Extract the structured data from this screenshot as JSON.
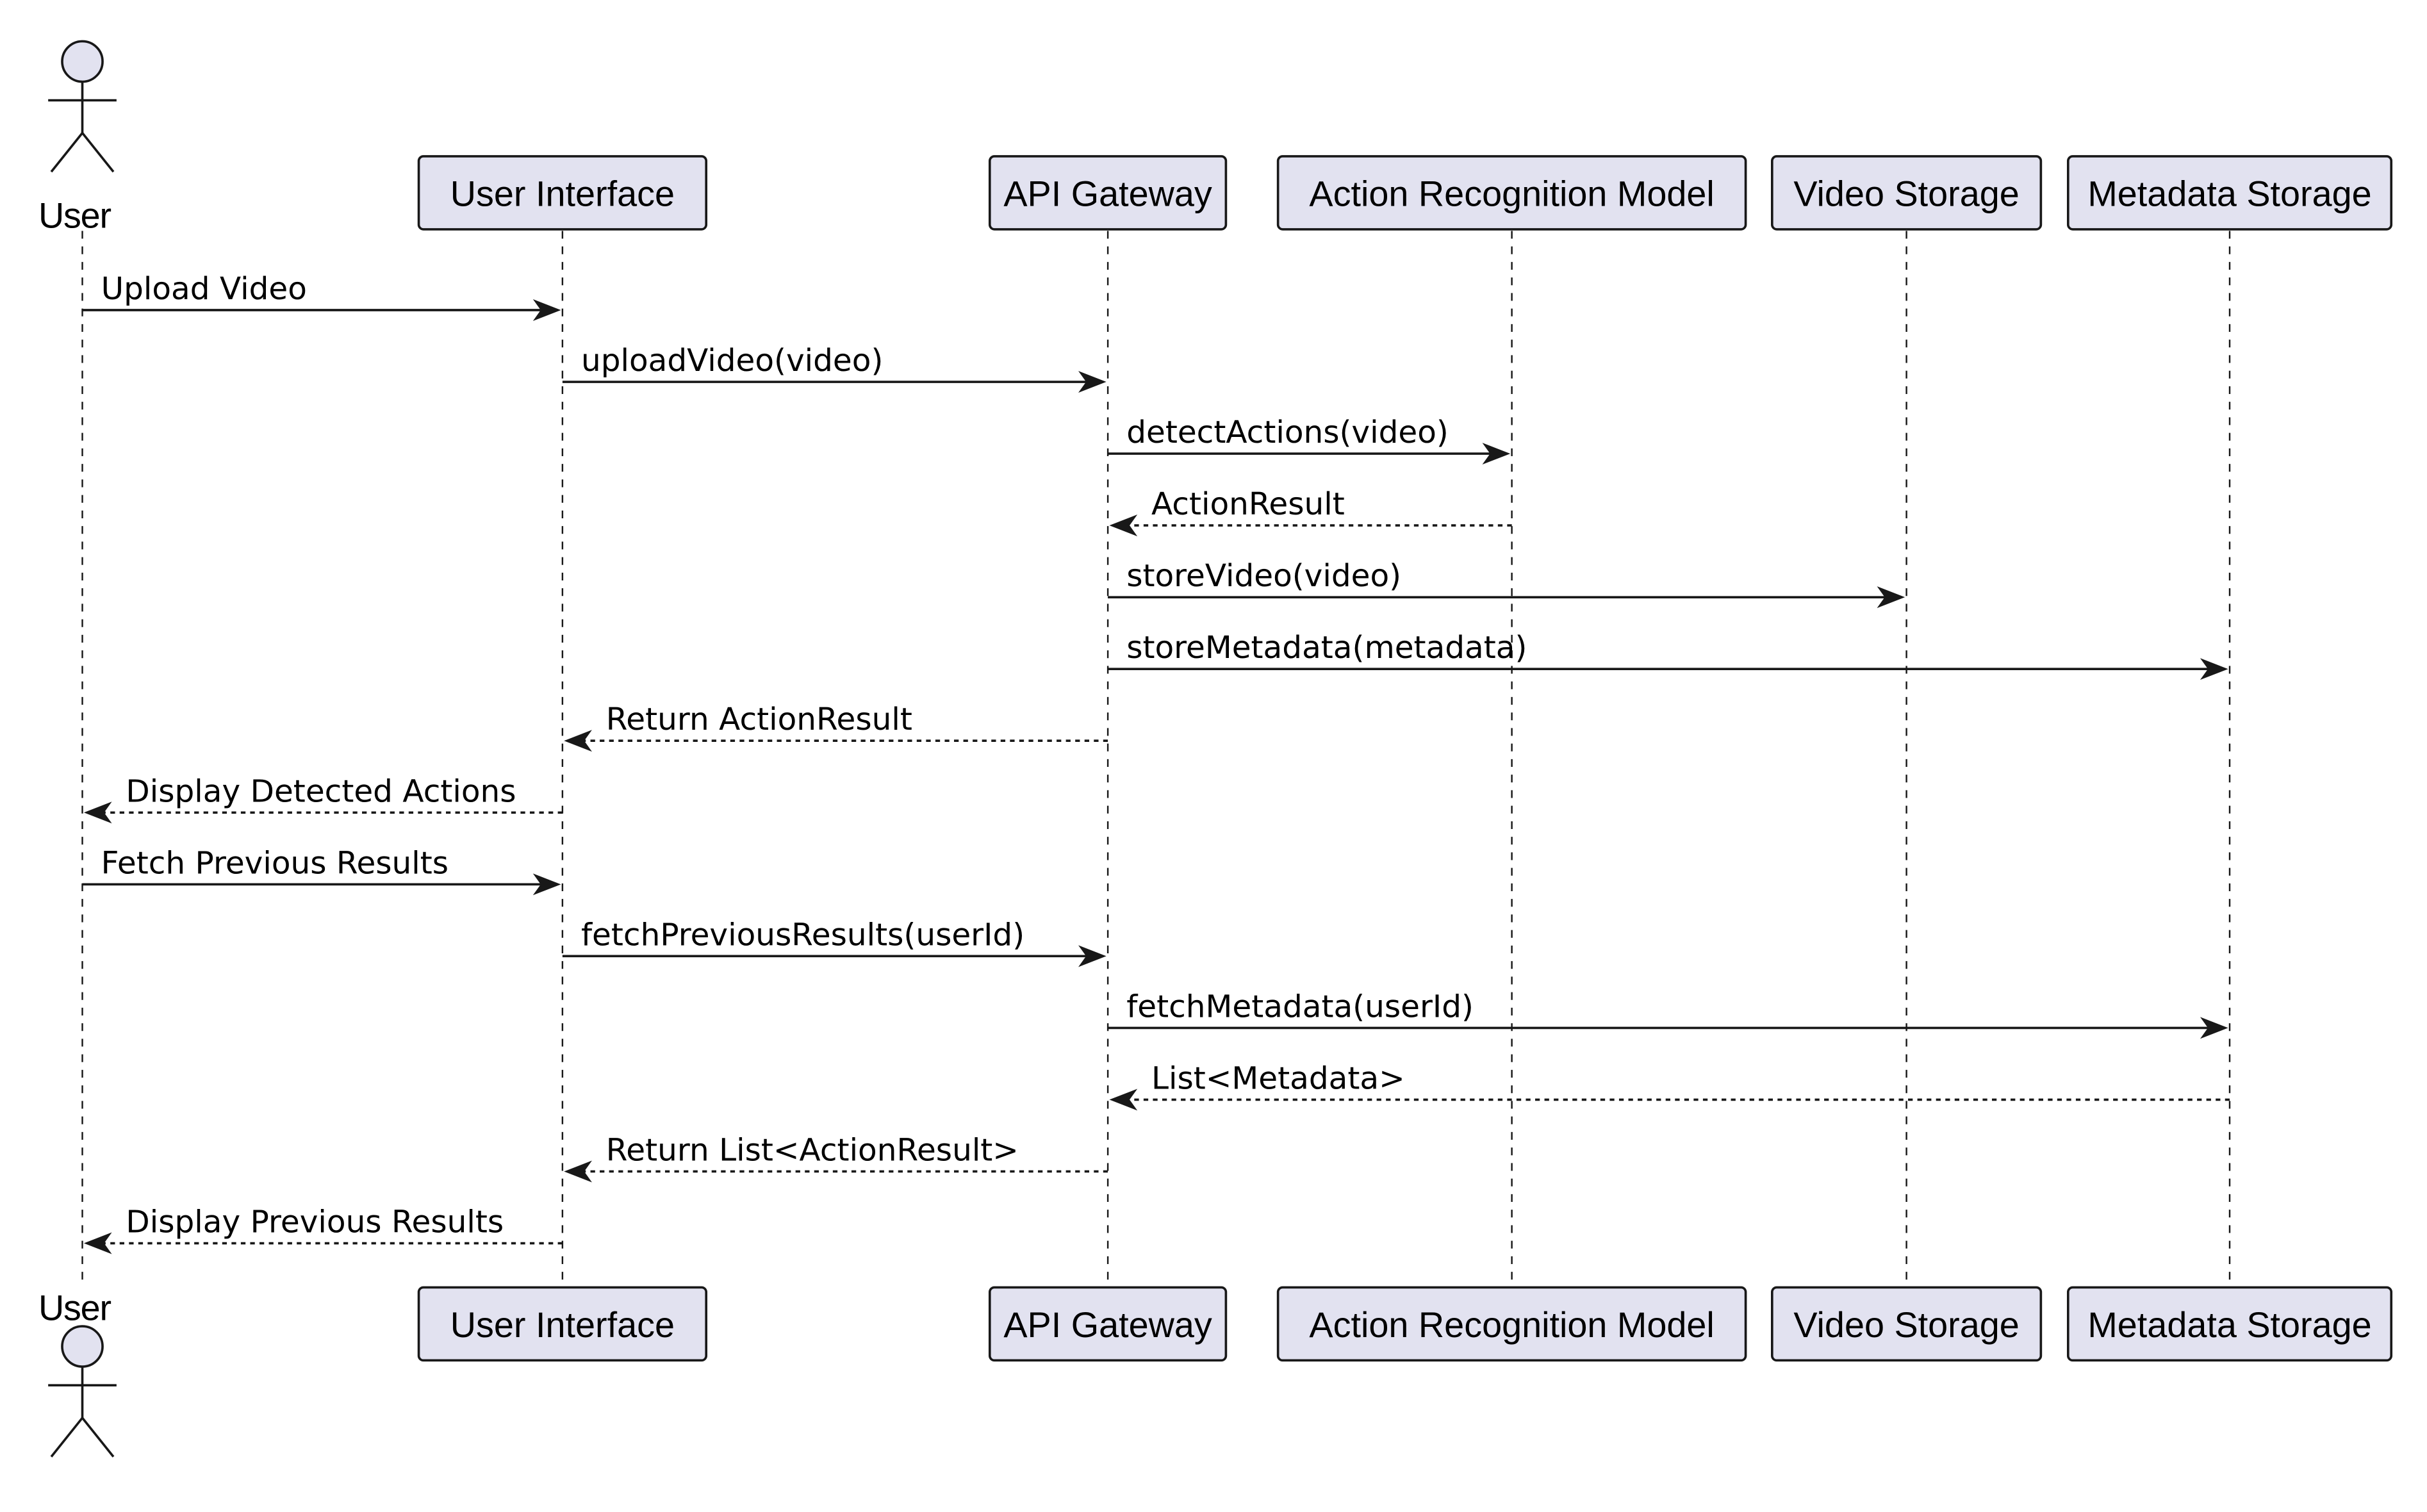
{
  "diagram": {
    "type": "sequence",
    "colors": {
      "participant_fill": "#e2e2f0",
      "stroke": "#181818",
      "background": "#ffffff"
    },
    "participants": [
      {
        "id": "user",
        "label": "User",
        "kind": "actor"
      },
      {
        "id": "ui",
        "label": "User Interface",
        "kind": "box"
      },
      {
        "id": "gw",
        "label": "API Gateway",
        "kind": "box"
      },
      {
        "id": "arm",
        "label": "Action Recognition Model",
        "kind": "box"
      },
      {
        "id": "vs",
        "label": "Video Storage",
        "kind": "box"
      },
      {
        "id": "ms",
        "label": "Metadata Storage",
        "kind": "box"
      }
    ],
    "messages": [
      {
        "from": "user",
        "to": "ui",
        "label": "Upload Video",
        "style": "solid"
      },
      {
        "from": "ui",
        "to": "gw",
        "label": "uploadVideo(video)",
        "style": "solid"
      },
      {
        "from": "gw",
        "to": "arm",
        "label": "detectActions(video)",
        "style": "solid"
      },
      {
        "from": "arm",
        "to": "gw",
        "label": "ActionResult",
        "style": "dashed"
      },
      {
        "from": "gw",
        "to": "vs",
        "label": "storeVideo(video)",
        "style": "solid"
      },
      {
        "from": "gw",
        "to": "ms",
        "label": "storeMetadata(metadata)",
        "style": "solid"
      },
      {
        "from": "gw",
        "to": "ui",
        "label": "Return ActionResult",
        "style": "dashed"
      },
      {
        "from": "ui",
        "to": "user",
        "label": "Display Detected Actions",
        "style": "dashed"
      },
      {
        "from": "user",
        "to": "ui",
        "label": "Fetch Previous Results",
        "style": "solid"
      },
      {
        "from": "ui",
        "to": "gw",
        "label": "fetchPreviousResults(userId)",
        "style": "solid"
      },
      {
        "from": "gw",
        "to": "ms",
        "label": "fetchMetadata(userId)",
        "style": "solid"
      },
      {
        "from": "ms",
        "to": "gw",
        "label": "List<Metadata>",
        "style": "dashed"
      },
      {
        "from": "gw",
        "to": "ui",
        "label": "Return List<ActionResult>",
        "style": "dashed"
      },
      {
        "from": "ui",
        "to": "user",
        "label": "Display Previous Results",
        "style": "dashed"
      }
    ]
  }
}
